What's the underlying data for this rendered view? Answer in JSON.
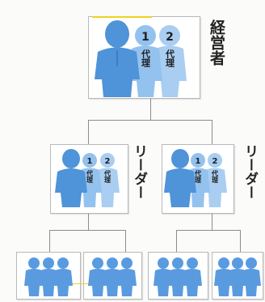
{
  "colors": {
    "leader_figure": "#4f93d8",
    "deputy_figure": "#9cc6ee",
    "connector": "#8c8c8c",
    "highlight": "#f0d21e",
    "box_border": "#b9b9b9"
  },
  "levels": {
    "executive": {
      "title": "経営者",
      "deputies": [
        {
          "number": "1",
          "label": "代理"
        },
        {
          "number": "2",
          "label": "代理"
        }
      ]
    },
    "leaders": [
      {
        "title": "リーダー",
        "deputies": [
          {
            "number": "1",
            "label": "代理"
          },
          {
            "number": "2",
            "label": "代理"
          }
        ]
      },
      {
        "title": "リーダー",
        "deputies": [
          {
            "number": "1",
            "label": "代理"
          },
          {
            "number": "2",
            "label": "代理"
          }
        ]
      }
    ],
    "teams": [
      {
        "members": 3
      },
      {
        "members": 3
      },
      {
        "members": 3
      },
      {
        "members": 3
      }
    ]
  }
}
